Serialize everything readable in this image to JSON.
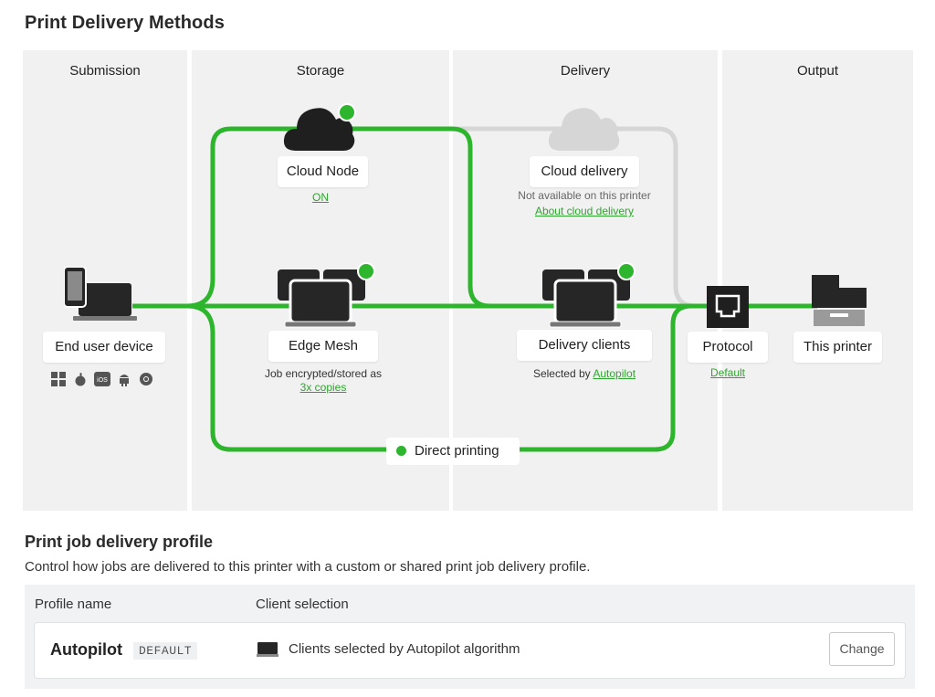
{
  "page_title": "Print Delivery Methods",
  "columns": [
    "Submission",
    "Storage",
    "Delivery",
    "Output"
  ],
  "nodes": {
    "end_user": {
      "label": "End user device"
    },
    "cloud_node": {
      "label": "Cloud Node",
      "status_link": "ON"
    },
    "edge_mesh": {
      "label": "Edge Mesh",
      "desc": "Job encrypted/stored as",
      "copies_link": "3x copies"
    },
    "cloud_delivery": {
      "label": "Cloud delivery",
      "desc": "Not available on this printer",
      "about_link": "About cloud delivery"
    },
    "delivery_clients": {
      "label": "Delivery clients",
      "desc": "Selected by ",
      "autopilot_link": "Autopilot"
    },
    "protocol": {
      "label": "Protocol",
      "default_link": "Default"
    },
    "this_printer": {
      "label": "This printer"
    }
  },
  "os_icons": [
    "windows-icon",
    "apple-icon",
    "ios-icon",
    "android-icon",
    "chrome-icon"
  ],
  "os_icon_texts": {
    "ios": "iOS"
  },
  "direct_printing": "Direct printing",
  "colors": {
    "active": "#2db52d",
    "inactive": "#d6d6d6",
    "panel": "#f1f1f1"
  },
  "profile_section": {
    "title": "Print job delivery profile",
    "description": "Control how jobs are delivered to this printer with a custom or shared print job delivery profile.",
    "headers": {
      "profile_name": "Profile name",
      "client_selection": "Client selection"
    },
    "row": {
      "name": "Autopilot",
      "badge": "DEFAULT",
      "client_text": "Clients selected by Autopilot algorithm",
      "change_button": "Change"
    }
  }
}
